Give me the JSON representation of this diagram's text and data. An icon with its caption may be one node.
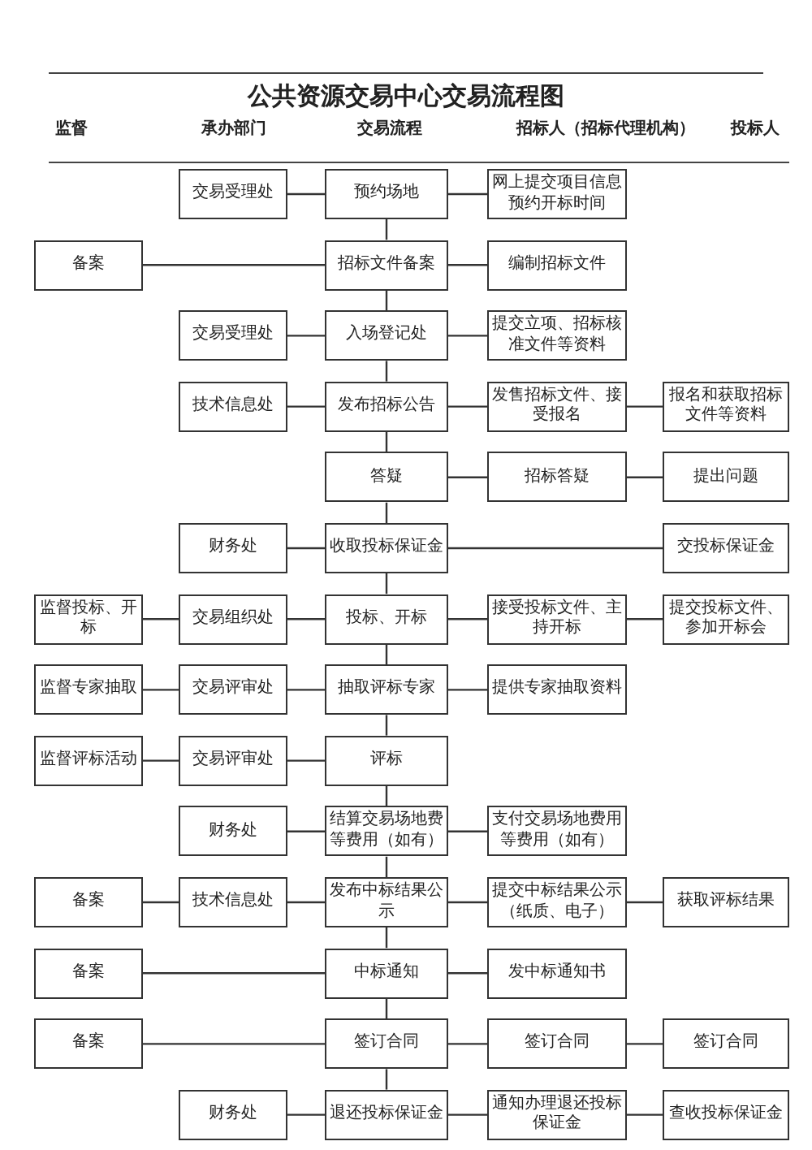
{
  "diagram": {
    "title": "公共资源交易中心交易流程图",
    "nodes": [
      {
        "text": [
          "交易受理处"
        ]
      },
      {
        "text": [
          "预约场地"
        ]
      },
      {
        "text": [
          "网上提交项目信息预约开标时间"
        ]
      },
      {
        "text": [
          "备案"
        ]
      },
      {
        "text": [
          "招标文件备案"
        ]
      },
      {
        "text": [
          "编制招标文件"
        ]
      },
      {
        "text": [
          "交易受理处"
        ]
      },
      {
        "text": [
          "入场登记处"
        ]
      },
      {
        "text": [
          "提交立项、招标核准文件等资料"
        ]
      },
      {
        "text": [
          "技术信息处"
        ]
      },
      {
        "text": [
          "发布招标公告"
        ]
      },
      {
        "text": [
          "发售招标文件、接受报名"
        ]
      },
      {
        "text": [
          "报名和获取招标文件等资料"
        ]
      },
      {
        "text": [
          "答疑"
        ]
      },
      {
        "text": [
          "招标答疑"
        ]
      },
      {
        "text": [
          "提出问题"
        ]
      },
      {
        "text": [
          "财务处"
        ]
      },
      {
        "text": [
          "收取投标保证金"
        ]
      },
      {
        "text": [
          "交投标保证金"
        ]
      },
      {
        "text": [
          "监督投标、开标"
        ]
      },
      {
        "text": [
          "交易组织处"
        ]
      },
      {
        "text": [
          "投标、开标"
        ]
      },
      {
        "text": [
          "接受投标文件、主持开标"
        ]
      },
      {
        "text": [
          "提交投标文件、参加开标会"
        ]
      },
      {
        "text": [
          "监督专家抽取"
        ]
      },
      {
        "text": [
          "交易评审处"
        ]
      },
      {
        "text": [
          "抽取评标专家"
        ]
      },
      {
        "text": [
          "提供专家抽取资料"
        ]
      },
      {
        "text": [
          "监督评标活动"
        ]
      },
      {
        "text": [
          "交易评审处"
        ]
      },
      {
        "text": [
          "评标"
        ]
      },
      {
        "text": [
          "财务处"
        ]
      },
      {
        "text": [
          "结算交易场地费等费用（如有）"
        ]
      },
      {
        "text": [
          "支付交易场地费用等费用（如有）"
        ]
      },
      {
        "text": [
          "备案"
        ]
      },
      {
        "text": [
          "技术信息处"
        ]
      },
      {
        "text": [
          "发布中标结果公示"
        ]
      },
      {
        "text": [
          "提交中标结果公示（纸质、电子）"
        ]
      },
      {
        "text": [
          "获取评标结果"
        ]
      },
      {
        "text": [
          "备案"
        ]
      },
      {
        "text": [
          "中标通知"
        ]
      },
      {
        "text": [
          "发中标通知书"
        ]
      },
      {
        "text": [
          "备案"
        ]
      },
      {
        "text": [
          "签订合同"
        ]
      },
      {
        "text": [
          "签订合同"
        ]
      },
      {
        "text": [
          "签订合同"
        ]
      },
      {
        "text": [
          "财务处"
        ]
      },
      {
        "text": [
          "退还投标保证金"
        ]
      },
      {
        "text": [
          "通知办理退还投标保证金"
        ]
      },
      {
        "text": [
          "查收投标保证金"
        ]
      }
    ],
    "edges": [
      {
        "from": 0,
        "to": 1,
        "arrow": "none"
      },
      {
        "from": 1,
        "to": 2,
        "arrow": "none"
      },
      {
        "from": 3,
        "to": 4,
        "arrow": "none"
      },
      {
        "from": 4,
        "to": 5,
        "arrow": "none"
      },
      {
        "from": 6,
        "to": 7,
        "arrow": "none"
      },
      {
        "from": 7,
        "to": 8,
        "arrow": "none"
      },
      {
        "from": 9,
        "to": 10,
        "arrow": "none"
      },
      {
        "from": 10,
        "to": 11,
        "arrow": "none"
      },
      {
        "from": 11,
        "to": 12,
        "arrow": "none"
      },
      {
        "from": 13,
        "to": 14,
        "arrow": "none"
      },
      {
        "from": 14,
        "to": 15,
        "arrow": "none"
      },
      {
        "from": 16,
        "to": 17,
        "arrow": "none"
      },
      {
        "from": 17,
        "to": 18,
        "arrow": "none"
      },
      {
        "from": 19,
        "to": 20,
        "arrow": "none"
      },
      {
        "from": 20,
        "to": 21,
        "arrow": "none"
      },
      {
        "from": 21,
        "to": 22,
        "arrow": "none"
      },
      {
        "from": 22,
        "to": 23,
        "arrow": "none"
      },
      {
        "from": 24,
        "to": 25,
        "arrow": "none"
      },
      {
        "from": 25,
        "to": 26,
        "arrow": "none"
      },
      {
        "from": 26,
        "to": 27,
        "arrow": "none"
      },
      {
        "from": 28,
        "to": 29,
        "arrow": "none"
      },
      {
        "from": 29,
        "to": 30,
        "arrow": "none"
      },
      {
        "from": 31,
        "to": 32,
        "arrow": "none"
      },
      {
        "from": 32,
        "to": 33,
        "arrow": "none"
      },
      {
        "from": 34,
        "to": 35,
        "arrow": "none"
      },
      {
        "from": 35,
        "to": 36,
        "arrow": "none"
      },
      {
        "from": 36,
        "to": 37,
        "arrow": "none"
      },
      {
        "from": 37,
        "to": 38,
        "arrow": "none"
      },
      {
        "from": 39,
        "to": 40,
        "arrow": "none"
      },
      {
        "from": 40,
        "to": 41,
        "arrow": "none"
      },
      {
        "from": 42,
        "to": 43,
        "arrow": "none"
      },
      {
        "from": 43,
        "to": 44,
        "arrow": "none"
      },
      {
        "from": 44,
        "to": 45,
        "arrow": "none"
      },
      {
        "from": 46,
        "to": 47,
        "arrow": "none"
      },
      {
        "from": 47,
        "to": 48,
        "arrow": "none"
      },
      {
        "from": 48,
        "to": 49,
        "arrow": "none"
      },
      {
        "from": 1,
        "to": 4,
        "arrow": "none"
      },
      {
        "from": 4,
        "to": 7,
        "arrow": "none"
      },
      {
        "from": 7,
        "to": 10,
        "arrow": "none"
      },
      {
        "from": 10,
        "to": 13,
        "arrow": "none"
      },
      {
        "from": 13,
        "to": 17,
        "arrow": "none"
      },
      {
        "from": 17,
        "to": 21,
        "arrow": "none"
      },
      {
        "from": 21,
        "to": 26,
        "arrow": "none"
      },
      {
        "from": 26,
        "to": 30,
        "arrow": "none"
      },
      {
        "from": 30,
        "to": 32,
        "arrow": "none"
      },
      {
        "from": 32,
        "to": 36,
        "arrow": "none"
      },
      {
        "from": 36,
        "to": 40,
        "arrow": "none"
      },
      {
        "from": 40,
        "to": 43,
        "arrow": "none"
      },
      {
        "from": 43,
        "to": 47,
        "arrow": "none"
      }
    ],
    "labels": [
      "监督",
      "承办部门",
      "交易流程",
      "招标人（招标代理机构）",
      "投标人"
    ]
  }
}
